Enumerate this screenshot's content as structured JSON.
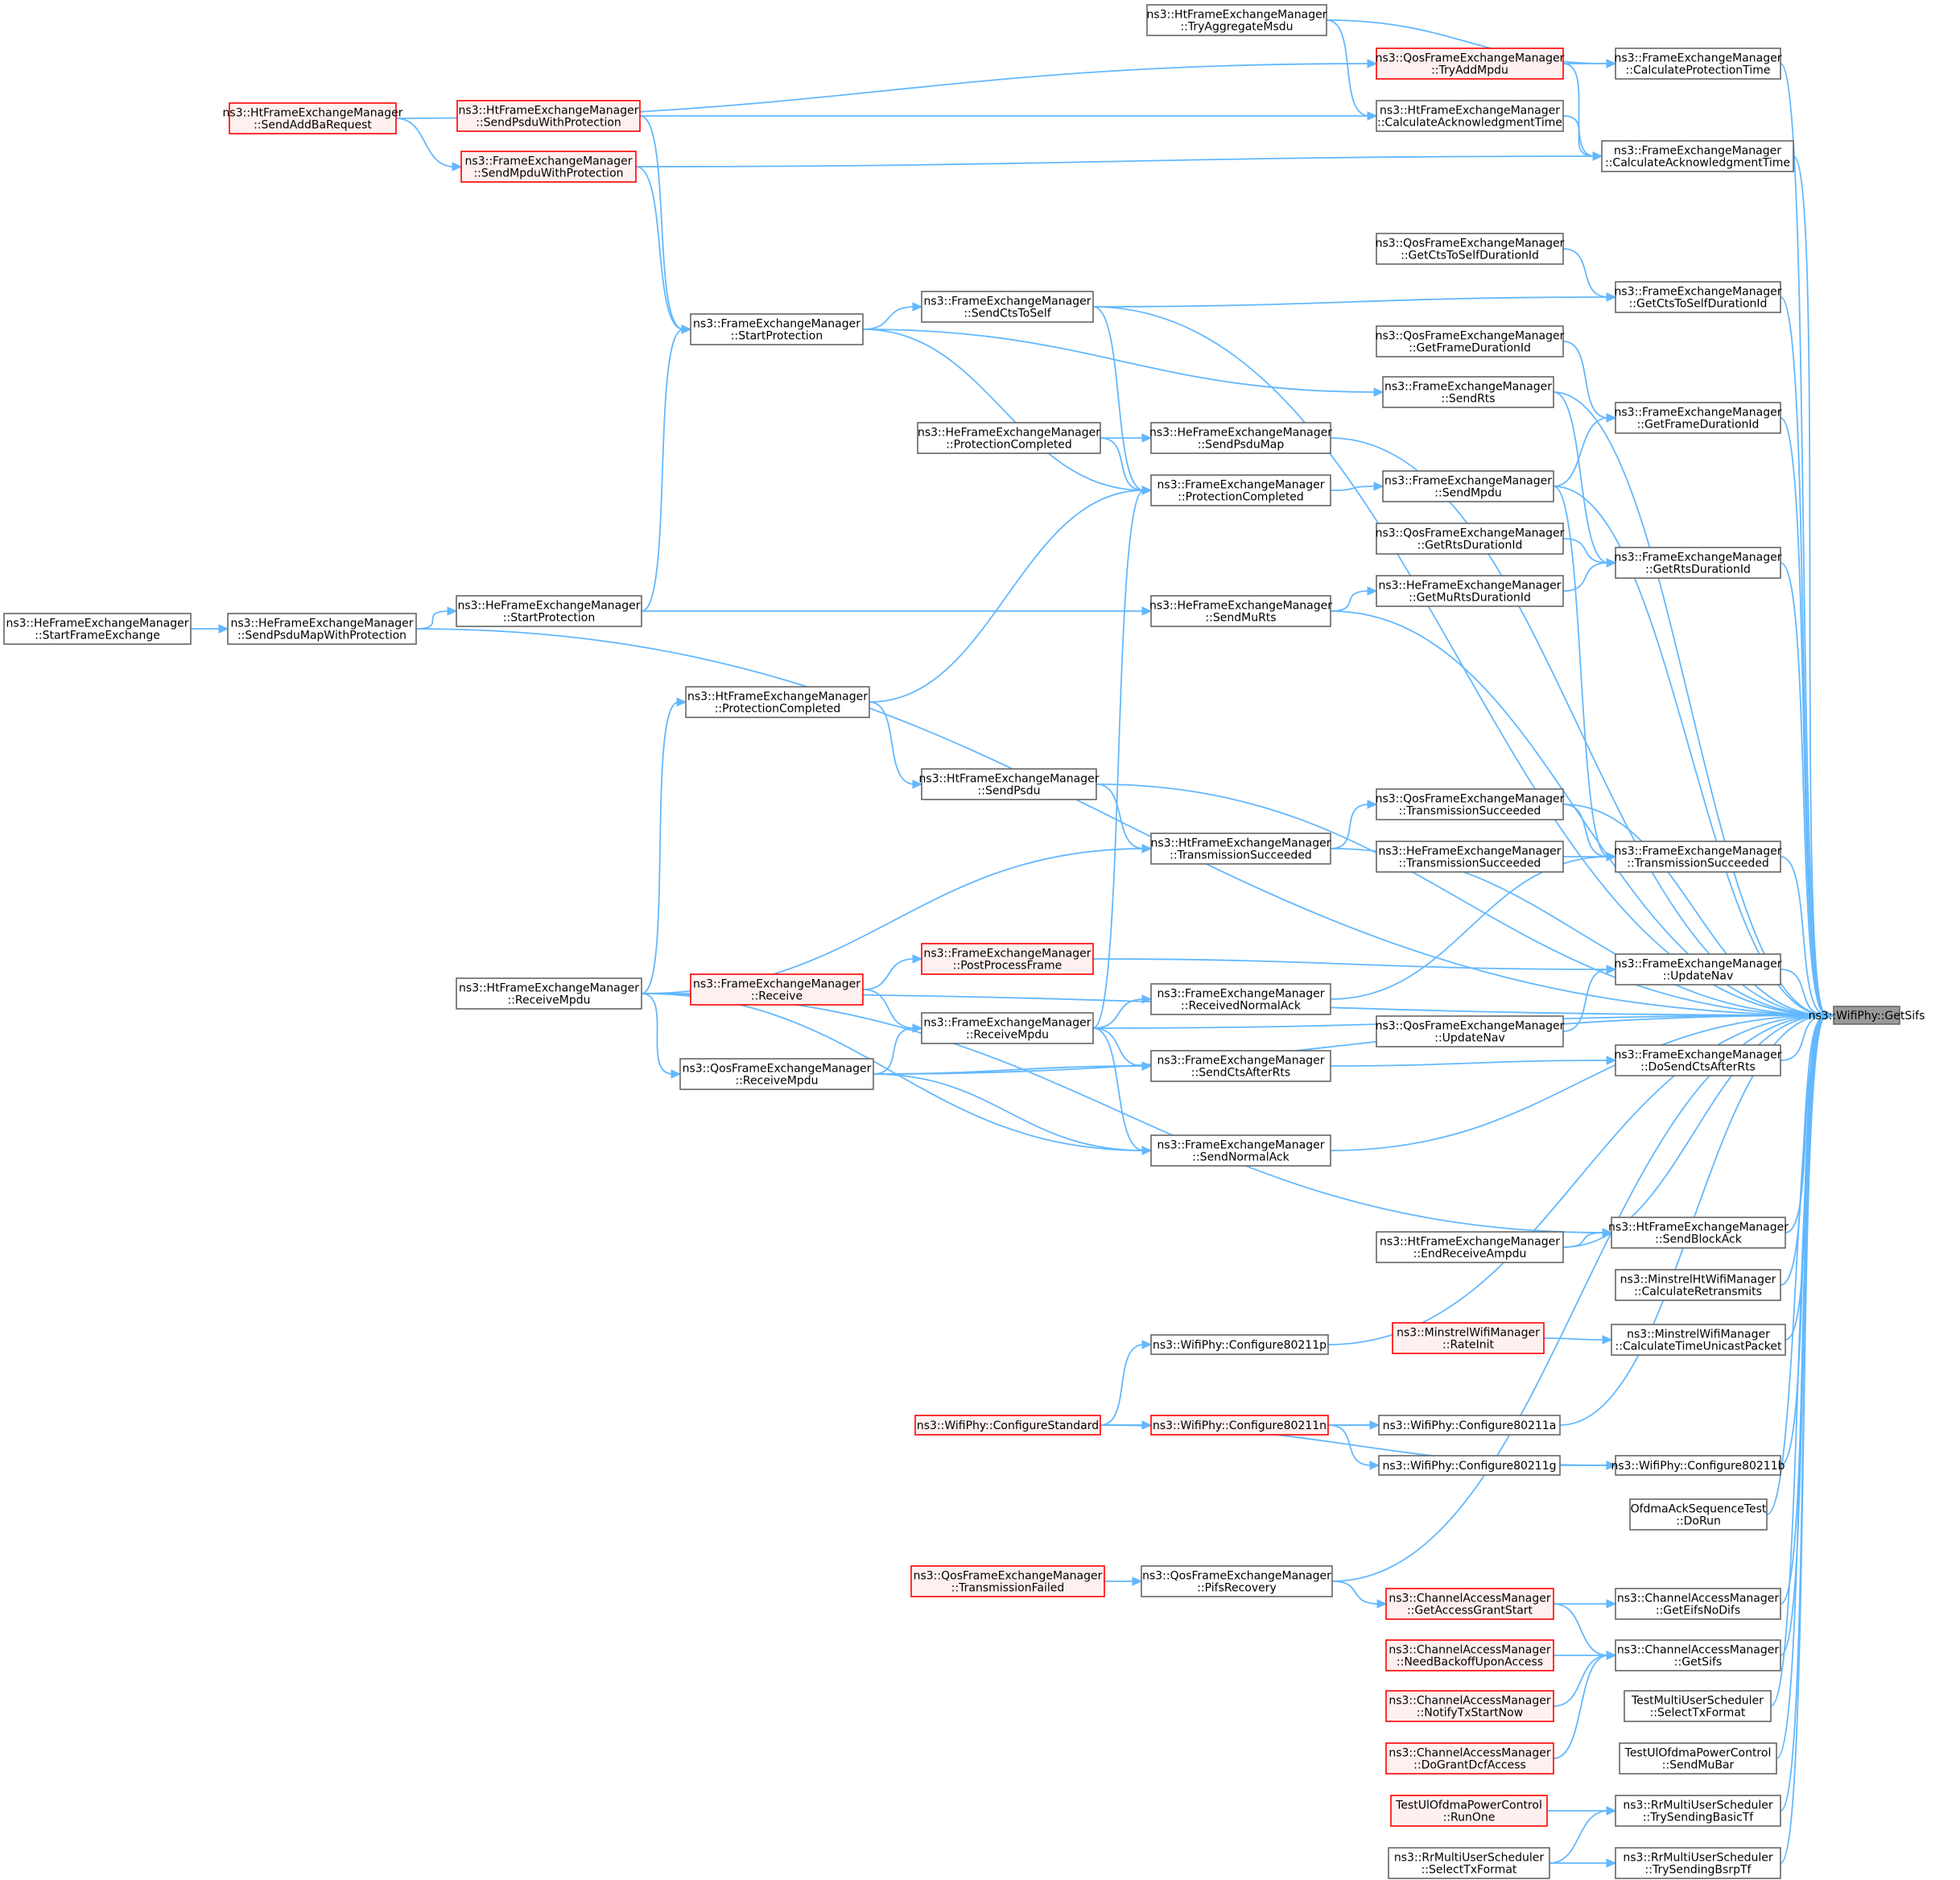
{
  "colors": {
    "edge": "#63b8ff",
    "box_border": "#666666",
    "box_fill": "#ffffff",
    "red_border": "#ff0000",
    "red_fill": "#fff0f0",
    "root_fill": "#999999",
    "root_border": "#666666"
  },
  "nodes": [
    {
      "id": "getsifs_root",
      "lines": [
        "ns3::WifiPhy::GetSifs"
      ],
      "style": "root"
    },
    {
      "id": "fem_calcprot",
      "lines": [
        "ns3::FrameExchangeManager",
        "::CalculateProtectionTime"
      ],
      "style": "normal"
    },
    {
      "id": "fem_calcack",
      "lines": [
        "ns3::FrameExchangeManager",
        "::CalculateAcknowledgmentTime"
      ],
      "style": "normal"
    },
    {
      "id": "fem_getcts",
      "lines": [
        "ns3::FrameExchangeManager",
        "::GetCtsToSelfDurationId"
      ],
      "style": "normal"
    },
    {
      "id": "fem_getframe",
      "lines": [
        "ns3::FrameExchangeManager",
        "::GetFrameDurationId"
      ],
      "style": "normal"
    },
    {
      "id": "fem_getrts",
      "lines": [
        "ns3::FrameExchangeManager",
        "::GetRtsDurationId"
      ],
      "style": "normal"
    },
    {
      "id": "fem_txsucc",
      "lines": [
        "ns3::FrameExchangeManager",
        "::TransmissionSucceeded"
      ],
      "style": "normal"
    },
    {
      "id": "fem_updatenav",
      "lines": [
        "ns3::FrameExchangeManager",
        "::UpdateNav"
      ],
      "style": "normal"
    },
    {
      "id": "fem_dosendcts",
      "lines": [
        "ns3::FrameExchangeManager",
        "::DoSendCtsAfterRts"
      ],
      "style": "normal"
    },
    {
      "id": "htfem_sendblockack",
      "lines": [
        "ns3::HtFrameExchangeManager",
        "::SendBlockAck"
      ],
      "style": "normal"
    },
    {
      "id": "minht_calcretx",
      "lines": [
        "ns3::MinstrelHtWifiManager",
        "::CalculateRetransmits"
      ],
      "style": "normal"
    },
    {
      "id": "min_calctime",
      "lines": [
        "ns3::MinstrelWifiManager",
        "::CalculateTimeUnicastPacket"
      ],
      "style": "normal"
    },
    {
      "id": "phy_80211b",
      "lines": [
        "ns3::WifiPhy::Configure80211b"
      ],
      "style": "normal"
    },
    {
      "id": "ofdma_dorun",
      "lines": [
        "OfdmaAckSequenceTest",
        "::DoRun"
      ],
      "style": "normal"
    },
    {
      "id": "cam_geteifs",
      "lines": [
        "ns3::ChannelAccessManager",
        "::GetEifsNoDifs"
      ],
      "style": "normal"
    },
    {
      "id": "cam_getsifs",
      "lines": [
        "ns3::ChannelAccessManager",
        "::GetSifs"
      ],
      "style": "normal"
    },
    {
      "id": "tmus_selecttx",
      "lines": [
        "TestMultiUserScheduler",
        "::SelectTxFormat"
      ],
      "style": "normal"
    },
    {
      "id": "tulpc_sendmubar",
      "lines": [
        "TestUlOfdmaPowerControl",
        "::SendMuBar"
      ],
      "style": "normal"
    },
    {
      "id": "rr_trybasic",
      "lines": [
        "ns3::RrMultiUserScheduler",
        "::TrySendingBasicTf"
      ],
      "style": "normal"
    },
    {
      "id": "rr_trybsrp",
      "lines": [
        "ns3::RrMultiUserScheduler",
        "::TrySendingBsrpTf"
      ],
      "style": "normal"
    },
    {
      "id": "htfem_tryagg",
      "lines": [
        "ns3::HtFrameExchangeManager",
        "::TryAggregateMsdu"
      ],
      "style": "normal"
    },
    {
      "id": "qos_tryaddmpdu",
      "lines": [
        "ns3::QosFrameExchangeManager",
        "::TryAddMpdu"
      ],
      "style": "red"
    },
    {
      "id": "htfem_calcack",
      "lines": [
        "ns3::HtFrameExchangeManager",
        "::CalculateAcknowledgmentTime"
      ],
      "style": "normal"
    },
    {
      "id": "qos_getcts",
      "lines": [
        "ns3::QosFrameExchangeManager",
        "::GetCtsToSelfDurationId"
      ],
      "style": "normal"
    },
    {
      "id": "qos_getframe",
      "lines": [
        "ns3::QosFrameExchangeManager",
        "::GetFrameDurationId"
      ],
      "style": "normal"
    },
    {
      "id": "fem_sendrts",
      "lines": [
        "ns3::FrameExchangeManager",
        "::SendRts"
      ],
      "style": "normal"
    },
    {
      "id": "fem_sendmpdu",
      "lines": [
        "ns3::FrameExchangeManager",
        "::SendMpdu"
      ],
      "style": "normal"
    },
    {
      "id": "qos_getrts",
      "lines": [
        "ns3::QosFrameExchangeManager",
        "::GetRtsDurationId"
      ],
      "style": "normal"
    },
    {
      "id": "hefem_getmurts",
      "lines": [
        "ns3::HeFrameExchangeManager",
        "::GetMuRtsDurationId"
      ],
      "style": "normal"
    },
    {
      "id": "qos_txsucc",
      "lines": [
        "ns3::QosFrameExchangeManager",
        "::TransmissionSucceeded"
      ],
      "style": "normal"
    },
    {
      "id": "hefem_txsucc",
      "lines": [
        "ns3::HeFrameExchangeManager",
        "::TransmissionSucceeded"
      ],
      "style": "normal"
    },
    {
      "id": "qos_updatenav",
      "lines": [
        "ns3::QosFrameExchangeManager",
        "::UpdateNav"
      ],
      "style": "normal"
    },
    {
      "id": "htfem_endrecv",
      "lines": [
        "ns3::HtFrameExchangeManager",
        "::EndReceiveAmpdu"
      ],
      "style": "normal"
    },
    {
      "id": "min_rateinit",
      "lines": [
        "ns3::MinstrelWifiManager",
        "::RateInit"
      ],
      "style": "red"
    },
    {
      "id": "phy_80211a",
      "lines": [
        "ns3::WifiPhy::Configure80211a"
      ],
      "style": "normal"
    },
    {
      "id": "phy_80211g",
      "lines": [
        "ns3::WifiPhy::Configure80211g"
      ],
      "style": "normal"
    },
    {
      "id": "cam_getaccess",
      "lines": [
        "ns3::ChannelAccessManager",
        "::GetAccessGrantStart"
      ],
      "style": "red"
    },
    {
      "id": "cam_needbackoff",
      "lines": [
        "ns3::ChannelAccessManager",
        "::NeedBackoffUponAccess"
      ],
      "style": "red"
    },
    {
      "id": "cam_notifytx",
      "lines": [
        "ns3::ChannelAccessManager",
        "::NotifyTxStartNow"
      ],
      "style": "red"
    },
    {
      "id": "cam_dogrant",
      "lines": [
        "ns3::ChannelAccessManager",
        "::DoGrantDcfAccess"
      ],
      "style": "red"
    },
    {
      "id": "tulpc_runone",
      "lines": [
        "TestUlOfdmaPowerControl",
        "::RunOne"
      ],
      "style": "red"
    },
    {
      "id": "rr_selecttx",
      "lines": [
        "ns3::RrMultiUserScheduler",
        "::SelectTxFormat"
      ],
      "style": "normal"
    },
    {
      "id": "fem_sendcts",
      "lines": [
        "ns3::FrameExchangeManager",
        "::SendCtsToSelf"
      ],
      "style": "normal"
    },
    {
      "id": "hefem_sendpsdumap",
      "lines": [
        "ns3::HeFrameExchangeManager",
        "::SendPsduMap"
      ],
      "style": "normal"
    },
    {
      "id": "hefem_protcomp",
      "lines": [
        "ns3::HeFrameExchangeManager",
        "::ProtectionCompleted"
      ],
      "style": "normal"
    },
    {
      "id": "fem_protcomp",
      "lines": [
        "ns3::FrameExchangeManager",
        "::ProtectionCompleted"
      ],
      "style": "normal"
    },
    {
      "id": "hefem_sendmurts",
      "lines": [
        "ns3::HeFrameExchangeManager",
        "::SendMuRts"
      ],
      "style": "normal"
    },
    {
      "id": "htfem_sendpsdu",
      "lines": [
        "ns3::HtFrameExchangeManager",
        "::SendPsdu"
      ],
      "style": "normal"
    },
    {
      "id": "htfem_txsucc",
      "lines": [
        "ns3::HtFrameExchangeManager",
        "::TransmissionSucceeded"
      ],
      "style": "normal"
    },
    {
      "id": "fem_postprocess",
      "lines": [
        "ns3::FrameExchangeManager",
        "::PostProcessFrame"
      ],
      "style": "red"
    },
    {
      "id": "fem_recvnormalack",
      "lines": [
        "ns3::FrameExchangeManager",
        "::ReceivedNormalAck"
      ],
      "style": "normal"
    },
    {
      "id": "fem_recvmpdu",
      "lines": [
        "ns3::FrameExchangeManager",
        "::ReceiveMpdu"
      ],
      "style": "normal"
    },
    {
      "id": "fem_sendctsafter",
      "lines": [
        "ns3::FrameExchangeManager",
        "::SendCtsAfterRts"
      ],
      "style": "normal"
    },
    {
      "id": "fem_sendnormalack",
      "lines": [
        "ns3::FrameExchangeManager",
        "::SendNormalAck"
      ],
      "style": "normal"
    },
    {
      "id": "phy_80211p",
      "lines": [
        "ns3::WifiPhy::Configure80211p"
      ],
      "style": "normal"
    },
    {
      "id": "phy_80211n",
      "lines": [
        "ns3::WifiPhy::Configure80211n"
      ],
      "style": "red"
    },
    {
      "id": "qos_pifs",
      "lines": [
        "ns3::QosFrameExchangeManager",
        "::PifsRecovery"
      ],
      "style": "normal"
    },
    {
      "id": "htfem_sendpsduprot",
      "lines": [
        "ns3::HtFrameExchangeManager",
        "::SendPsduWithProtection"
      ],
      "style": "red"
    },
    {
      "id": "fem_sendmpduprot",
      "lines": [
        "ns3::FrameExchangeManager",
        "::SendMpduWithProtection"
      ],
      "style": "red"
    },
    {
      "id": "fem_startprot",
      "lines": [
        "ns3::FrameExchangeManager",
        "::StartProtection"
      ],
      "style": "normal"
    },
    {
      "id": "hefem_startprot",
      "lines": [
        "ns3::HeFrameExchangeManager",
        "::StartProtection"
      ],
      "style": "normal"
    },
    {
      "id": "htfem_protcomp",
      "lines": [
        "ns3::HtFrameExchangeManager",
        "::ProtectionCompleted"
      ],
      "style": "normal"
    },
    {
      "id": "fem_receive",
      "lines": [
        "ns3::FrameExchangeManager",
        "::Receive"
      ],
      "style": "red"
    },
    {
      "id": "qos_recvmpdu",
      "lines": [
        "ns3::QosFrameExchangeManager",
        "::ReceiveMpdu"
      ],
      "style": "normal"
    },
    {
      "id": "phy_configstd",
      "lines": [
        "ns3::WifiPhy::ConfigureStandard"
      ],
      "style": "red"
    },
    {
      "id": "qos_txfailed",
      "lines": [
        "ns3::QosFrameExchangeManager",
        "::TransmissionFailed"
      ],
      "style": "red"
    },
    {
      "id": "htfem_sendaddba",
      "lines": [
        "ns3::HtFrameExchangeManager",
        "::SendAddBaRequest"
      ],
      "style": "red"
    },
    {
      "id": "htfem_recvmpdu",
      "lines": [
        "ns3::HtFrameExchangeManager",
        "::ReceiveMpdu"
      ],
      "style": "normal"
    },
    {
      "id": "hefem_sendpsdumapprot",
      "lines": [
        "ns3::HeFrameExchangeManager",
        "::SendPsduMapWithProtection"
      ],
      "style": "normal"
    },
    {
      "id": "hefem_startframe",
      "lines": [
        "ns3::HeFrameExchangeManager",
        "::StartFrameExchange"
      ],
      "style": "normal"
    }
  ],
  "edges": [
    [
      "fem_calcprot",
      "getsifs_root"
    ],
    [
      "fem_calcack",
      "getsifs_root"
    ],
    [
      "fem_sendcts",
      "getsifs_root"
    ],
    [
      "fem_getcts",
      "getsifs_root"
    ],
    [
      "fem_sendrts",
      "getsifs_root"
    ],
    [
      "fem_getframe",
      "getsifs_root"
    ],
    [
      "hefem_sendpsdumap",
      "getsifs_root"
    ],
    [
      "fem_sendmpdu",
      "getsifs_root"
    ],
    [
      "fem_getrts",
      "getsifs_root"
    ],
    [
      "hefem_sendmurts",
      "getsifs_root"
    ],
    [
      "hefem_sendpsdumapprot",
      "getsifs_root"
    ],
    [
      "htfem_recvmpdu",
      "getsifs_root"
    ],
    [
      "htfem_sendpsdu",
      "getsifs_root"
    ],
    [
      "qos_txsucc",
      "getsifs_root"
    ],
    [
      "fem_txsucc",
      "getsifs_root"
    ],
    [
      "htfem_txsucc",
      "getsifs_root"
    ],
    [
      "fem_updatenav",
      "getsifs_root"
    ],
    [
      "fem_recvmpdu",
      "getsifs_root"
    ],
    [
      "fem_dosendcts",
      "getsifs_root"
    ],
    [
      "fem_sendnormalack",
      "getsifs_root"
    ],
    [
      "qos_recvmpdu",
      "getsifs_root"
    ],
    [
      "htfem_endrecv",
      "getsifs_root"
    ],
    [
      "htfem_sendblockack",
      "getsifs_root"
    ],
    [
      "minht_calcretx",
      "getsifs_root"
    ],
    [
      "min_calctime",
      "getsifs_root"
    ],
    [
      "phy_80211p",
      "getsifs_root"
    ],
    [
      "phy_80211a",
      "getsifs_root"
    ],
    [
      "phy_80211b",
      "getsifs_root"
    ],
    [
      "ofdma_dorun",
      "getsifs_root"
    ],
    [
      "qos_pifs",
      "getsifs_root"
    ],
    [
      "cam_geteifs",
      "getsifs_root"
    ],
    [
      "cam_getsifs",
      "getsifs_root"
    ],
    [
      "tmus_selecttx",
      "getsifs_root"
    ],
    [
      "tulpc_sendmubar",
      "getsifs_root"
    ],
    [
      "rr_trybasic",
      "getsifs_root"
    ],
    [
      "rr_trybsrp",
      "getsifs_root"
    ],
    [
      "htfem_tryagg",
      "fem_calcprot"
    ],
    [
      "qos_tryaddmpdu",
      "fem_calcprot"
    ],
    [
      "qos_tryaddmpdu",
      "fem_calcack"
    ],
    [
      "htfem_calcack",
      "fem_calcack"
    ],
    [
      "fem_sendmpduprot",
      "fem_calcack"
    ],
    [
      "qos_getcts",
      "fem_getcts"
    ],
    [
      "fem_sendcts",
      "fem_getcts"
    ],
    [
      "qos_getframe",
      "fem_getframe"
    ],
    [
      "fem_sendmpdu",
      "fem_getframe"
    ],
    [
      "qos_getrts",
      "fem_getrts"
    ],
    [
      "hefem_getmurts",
      "fem_getrts"
    ],
    [
      "fem_sendrts",
      "fem_getrts"
    ],
    [
      "qos_txsucc",
      "fem_txsucc"
    ],
    [
      "hefem_txsucc",
      "fem_txsucc"
    ],
    [
      "fem_recvnormalack",
      "fem_txsucc"
    ],
    [
      "fem_sendmpdu",
      "fem_txsucc"
    ],
    [
      "qos_updatenav",
      "fem_updatenav"
    ],
    [
      "fem_postprocess",
      "fem_updatenav"
    ],
    [
      "fem_sendctsafter",
      "fem_dosendcts"
    ],
    [
      "htfem_endrecv",
      "htfem_sendblockack"
    ],
    [
      "htfem_recvmpdu",
      "htfem_sendblockack"
    ],
    [
      "min_rateinit",
      "min_calctime"
    ],
    [
      "phy_80211g",
      "phy_80211b"
    ],
    [
      "phy_configstd",
      "phy_80211b"
    ],
    [
      "cam_getaccess",
      "cam_geteifs"
    ],
    [
      "cam_getaccess",
      "cam_getsifs"
    ],
    [
      "cam_needbackoff",
      "cam_getsifs"
    ],
    [
      "cam_notifytx",
      "cam_getsifs"
    ],
    [
      "cam_dogrant",
      "cam_getsifs"
    ],
    [
      "tulpc_runone",
      "rr_trybasic"
    ],
    [
      "rr_selecttx",
      "rr_trybasic"
    ],
    [
      "rr_selecttx",
      "rr_trybsrp"
    ],
    [
      "htfem_tryagg",
      "htfem_calcack"
    ],
    [
      "htfem_sendaddba",
      "qos_tryaddmpdu"
    ],
    [
      "htfem_sendpsduprot",
      "htfem_calcack"
    ],
    [
      "fem_startprot",
      "fem_sendrts"
    ],
    [
      "fem_startprot",
      "fem_sendcts"
    ],
    [
      "fem_protcomp",
      "fem_sendmpdu"
    ],
    [
      "hefem_sendmurts",
      "hefem_getmurts"
    ],
    [
      "htfem_txsucc",
      "qos_txsucc"
    ],
    [
      "fem_recvmpdu",
      "fem_recvnormalack"
    ],
    [
      "phy_configstd",
      "phy_80211n"
    ],
    [
      "phy_80211n",
      "phy_80211a"
    ],
    [
      "phy_80211n",
      "phy_80211g"
    ],
    [
      "phy_configstd",
      "phy_80211p"
    ],
    [
      "qos_pifs",
      "cam_getaccess"
    ],
    [
      "fem_sendcts",
      "fem_protcomp"
    ],
    [
      "hefem_protcomp",
      "hefem_sendpsdumap"
    ],
    [
      "hefem_protcomp",
      "fem_protcomp"
    ],
    [
      "fem_startprot",
      "fem_protcomp"
    ],
    [
      "htfem_protcomp",
      "fem_protcomp"
    ],
    [
      "fem_recvmpdu",
      "fem_protcomp"
    ],
    [
      "hefem_startprot",
      "hefem_sendmurts"
    ],
    [
      "htfem_protcomp",
      "htfem_sendpsdu"
    ],
    [
      "htfem_sendpsdu",
      "htfem_txsucc"
    ],
    [
      "htfem_recvmpdu",
      "htfem_txsucc"
    ],
    [
      "fem_receive",
      "fem_postprocess"
    ],
    [
      "fem_receive",
      "fem_recvmpdu"
    ],
    [
      "qos_recvmpdu",
      "fem_recvmpdu"
    ],
    [
      "qos_recvmpdu",
      "fem_sendctsafter"
    ],
    [
      "fem_recvmpdu",
      "fem_sendctsafter"
    ],
    [
      "fem_recvmpdu",
      "fem_sendnormalack"
    ],
    [
      "qos_recvmpdu",
      "fem_sendnormalack"
    ],
    [
      "htfem_recvmpdu",
      "fem_sendnormalack"
    ],
    [
      "qos_txfailed",
      "qos_pifs"
    ],
    [
      "phy_configstd",
      "phy_80211a"
    ],
    [
      "htfem_sendpsduprot",
      "fem_startprot"
    ],
    [
      "fem_sendmpduprot",
      "fem_startprot"
    ],
    [
      "hefem_startprot",
      "fem_startprot"
    ],
    [
      "htfem_sendaddba",
      "fem_sendmpduprot"
    ],
    [
      "hefem_sendpsdumapprot",
      "hefem_startprot"
    ],
    [
      "htfem_recvmpdu",
      "htfem_protcomp"
    ],
    [
      "htfem_recvmpdu",
      "qos_recvmpdu"
    ],
    [
      "hefem_startframe",
      "hefem_sendpsdumapprot"
    ]
  ]
}
